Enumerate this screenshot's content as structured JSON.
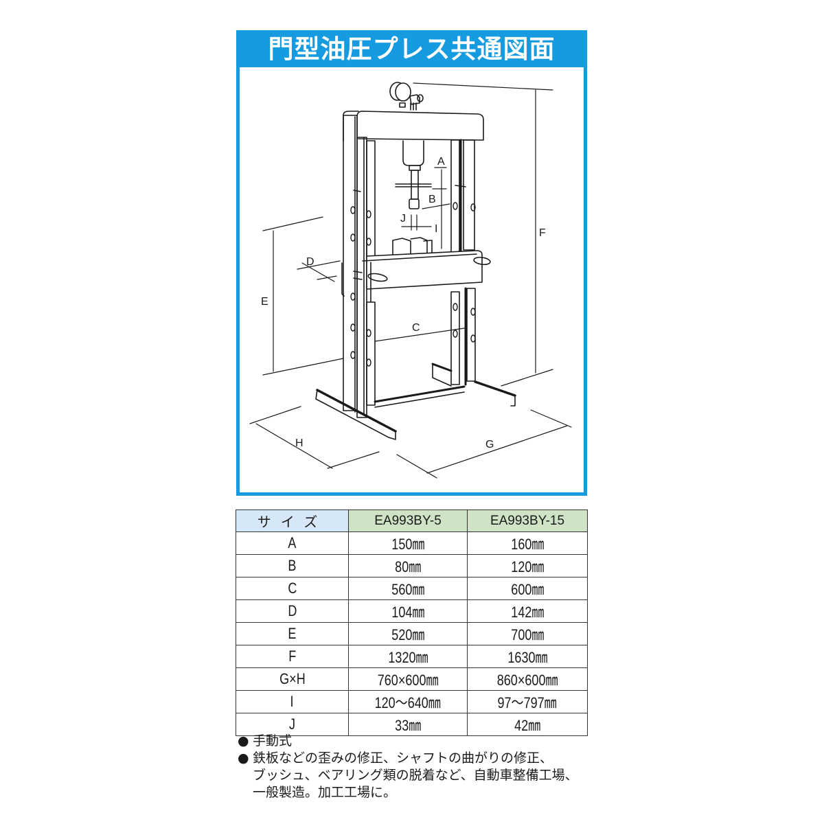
{
  "title": "門型油圧プレス共通図面",
  "colors": {
    "frame_blue": "#169be0",
    "size_header_bg": "#d6e8f7",
    "model_header_bg": "#cfe3c6",
    "line": "#1a1a1a"
  },
  "diagram": {
    "subject": "門型油圧プレス (H-frame hydraulic press)",
    "dimension_labels": {
      "A": "A",
      "B": "B",
      "C": "C",
      "D": "D",
      "E": "E",
      "F": "F",
      "G": "G",
      "H": "H",
      "I": "I",
      "J": "J"
    }
  },
  "table": {
    "headers": [
      "サイズ",
      "EA993BY-5",
      "EA993BY-15"
    ],
    "rows": [
      {
        "size": "A",
        "ea993by_5": "150㎜",
        "ea993by_15": "160㎜"
      },
      {
        "size": "B",
        "ea993by_5": "80㎜",
        "ea993by_15": "120㎜"
      },
      {
        "size": "C",
        "ea993by_5": "560㎜",
        "ea993by_15": "600㎜"
      },
      {
        "size": "D",
        "ea993by_5": "104㎜",
        "ea993by_15": "142㎜"
      },
      {
        "size": "E",
        "ea993by_5": "520㎜",
        "ea993by_15": "700㎜"
      },
      {
        "size": "F",
        "ea993by_5": "1320㎜",
        "ea993by_15": "1630㎜"
      },
      {
        "size": "G×H",
        "ea993by_5": "760×600㎜",
        "ea993by_15": "860×600㎜"
      },
      {
        "size": "I",
        "ea993by_5": "120〜640㎜",
        "ea993by_15": "97〜797㎜"
      },
      {
        "size": "J",
        "ea993by_5": "33㎜",
        "ea993by_15": "42㎜"
      }
    ]
  },
  "notes": {
    "bullet": "●",
    "items": [
      "手動式",
      "鉄板などの歪みの修正、シャフトの曲がりの修正、ブッシュ、ベアリング類の脱着など、自動車整備工場、一般製造。加工工場に。"
    ],
    "item2_lines": [
      "鉄板などの歪みの修正、シャフトの曲がりの修正、",
      "ブッシュ、ベアリング類の脱着など、自動車整備工場、",
      "一般製造。加工工場に。"
    ]
  }
}
